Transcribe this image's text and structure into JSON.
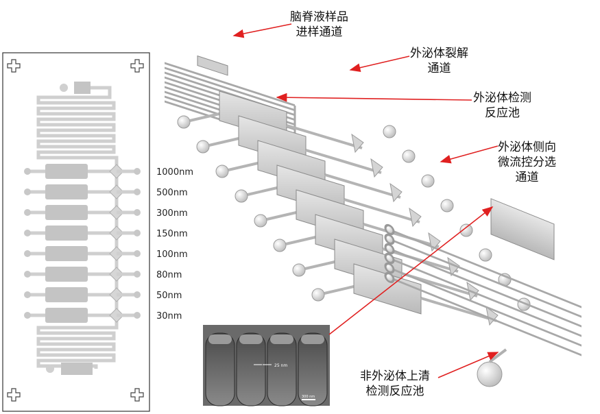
{
  "labels": {
    "csf_inlet": [
      "脑脊液样品",
      "进样通道"
    ],
    "lysis_channel": [
      "外泌体裂解",
      "通道"
    ],
    "exo_detection_pool": [
      "外泌体检测",
      "反应池"
    ],
    "lateral_sorting": [
      "外泌体侧向",
      "微流控分选",
      "通道"
    ],
    "non_exo_detection": [
      "非外泌体上清",
      "检测反应池"
    ]
  },
  "pore_sizes": [
    "1000nm",
    "500nm",
    "300nm",
    "150nm",
    "100nm",
    "80nm",
    "50nm",
    "30nm"
  ],
  "sem": {
    "measure": "25 nm",
    "scale_bar": "300 nm"
  },
  "colors": {
    "arrow": "#e02020",
    "chip_fill": "#d9d9d9",
    "chip_stroke": "#9a9a9a",
    "outline": "#333333"
  }
}
